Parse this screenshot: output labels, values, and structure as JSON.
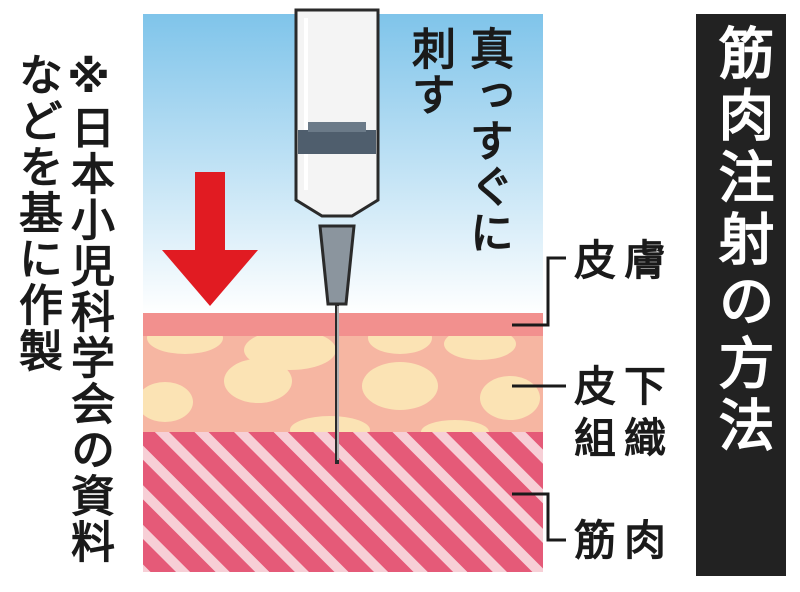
{
  "title": "筋肉注射の方法",
  "note": "※日本小児科学会の資料などを基に作製",
  "instruction": "真っすぐに刺す",
  "layers": {
    "skin": "皮膚",
    "subcutaneous_line1": "皮下",
    "subcutaneous_line2": "組織",
    "muscle": "筋肉"
  },
  "colors": {
    "sky_top": "#7fc4ea",
    "skin": "#f2908e",
    "subcutaneous": "#f6b6a2",
    "fat_globule": "#fbe3b4",
    "muscle": "#e55a78",
    "arrow": "#e11b22",
    "syringe_plunger": "#4f5e6d",
    "needle_hub": "#8b959e"
  }
}
